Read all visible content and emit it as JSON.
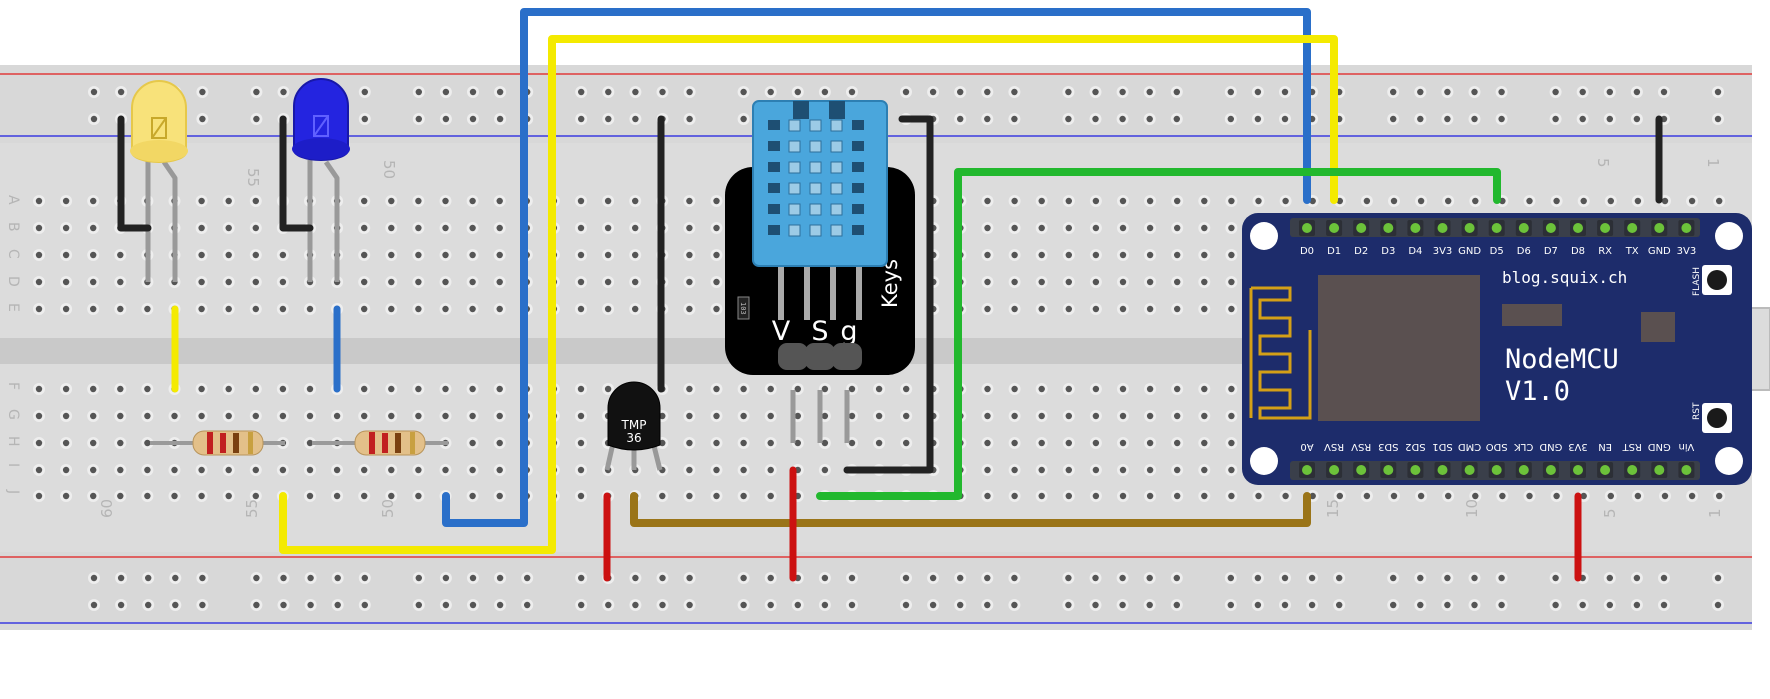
{
  "breadboard": {
    "top_numbers": [
      "55",
      "50",
      "5",
      "1"
    ],
    "bottom_numbers": [
      "60",
      "55",
      "50",
      "15",
      "10",
      "5",
      "1"
    ],
    "row_letters_top": [
      "A",
      "B",
      "C",
      "D",
      "E"
    ],
    "row_letters_bottom": [
      "F",
      "G",
      "H",
      "I",
      "J"
    ]
  },
  "dht_sensor": {
    "label": "Keys",
    "pins": [
      "V",
      "S",
      "g"
    ],
    "smd_code": "103"
  },
  "temp_sensor": {
    "line1": "TMP",
    "line2": "36"
  },
  "nodemcu": {
    "site": "blog.squix.ch",
    "title_line1": "NodeMCU",
    "title_line2": "V1.0",
    "flash_label": "FLASH",
    "rst_label": "RST",
    "top_pins": [
      "D0",
      "D1",
      "D2",
      "D3",
      "D4",
      "3V3",
      "GND",
      "D5",
      "D6",
      "D7",
      "D8",
      "RX",
      "TX",
      "GND",
      "3V3"
    ],
    "bottom_pins": [
      "A0",
      "RSV",
      "RSV",
      "SD3",
      "SD2",
      "SD1",
      "CMD",
      "SDO",
      "CLK",
      "GND",
      "3V3",
      "EN",
      "RST",
      "GND",
      "Vin"
    ]
  },
  "colors": {
    "wire_blue": "#2a6fc9",
    "wire_yellow": "#f4ea00",
    "wire_green": "#22b82e",
    "wire_black": "#222222",
    "wire_red": "#cc1111",
    "wire_brown": "#9a7418",
    "board_blue": "#1d2c6b",
    "sensor_blue": "#4aa6dc",
    "led_yellow": "#f8e27a",
    "led_blue": "#2424e0"
  }
}
